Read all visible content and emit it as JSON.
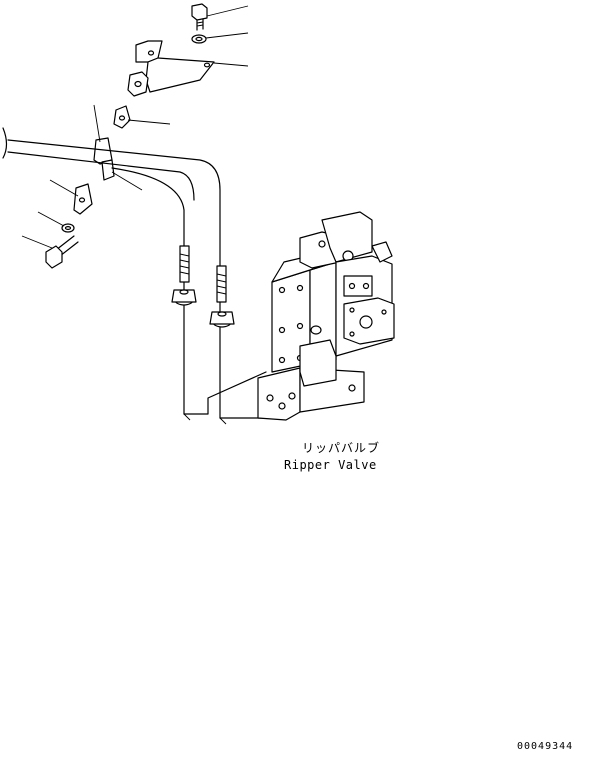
{
  "diagram": {
    "label_jp": "リッパバルブ",
    "label_en": "Ripper Valve",
    "drawing_number": "00049344"
  }
}
